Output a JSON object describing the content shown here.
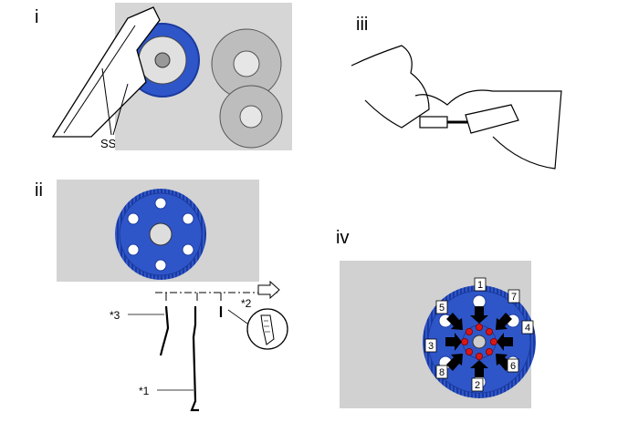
{
  "panels": {
    "i": {
      "label": "i",
      "callout": "SST"
    },
    "ii": {
      "label": "ii",
      "callouts": [
        "*1",
        "*2",
        "*3"
      ]
    },
    "iii": {
      "label": "iii"
    },
    "iv": {
      "label": "iv",
      "sequence": [
        "1",
        "2",
        "3",
        "4",
        "5",
        "6",
        "7",
        "8"
      ]
    }
  },
  "colors": {
    "flywheel": "#2f56c8",
    "bolt": "#d81818",
    "engine": "#c9c9c9"
  },
  "icons": {
    "direction": "hollow-arrow-right-icon",
    "tighten": "black-arrow-icon"
  }
}
